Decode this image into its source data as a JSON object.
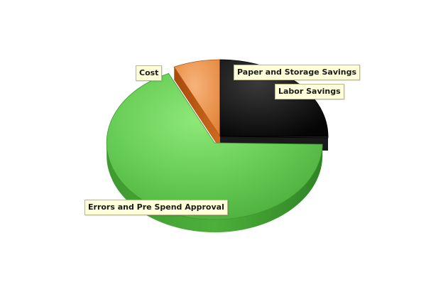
{
  "chart_data": {
    "type": "pie",
    "title": "",
    "slices": [
      {
        "label": "Labor Savings",
        "value": 25.0,
        "color": "#1c1c1c"
      },
      {
        "label": "Paper and Storage Savings",
        "value": 0.3,
        "color": "#3a3a3a"
      },
      {
        "label": "Errors and Pre Spend Approval",
        "value": 67.7,
        "color": "#5cc24a"
      },
      {
        "label": "Cost",
        "value": 7.0,
        "color": "#e8904c"
      }
    ],
    "exploded": [
      "Errors and Pre Spend Approval"
    ],
    "legend": "none"
  }
}
